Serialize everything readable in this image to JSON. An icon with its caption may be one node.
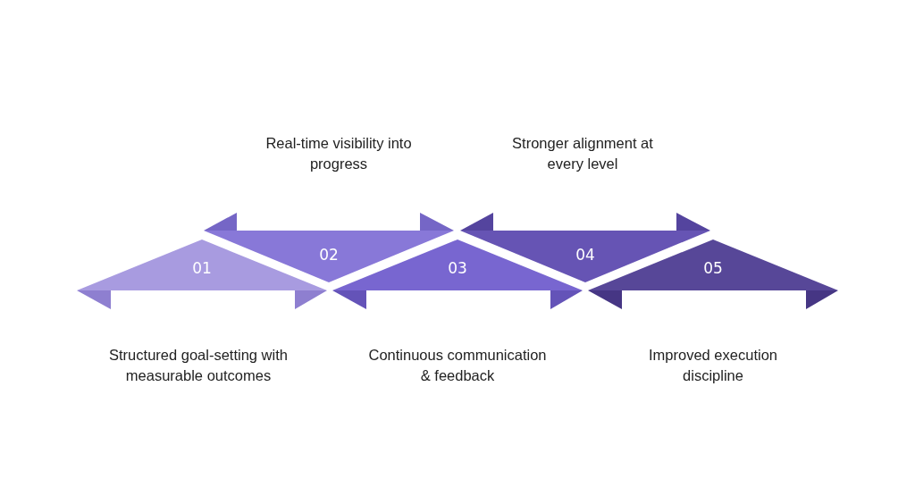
{
  "diagram": {
    "nodes": [
      {
        "text": [
          "01"
        ]
      },
      {
        "text": [
          "02"
        ]
      },
      {
        "text": [
          "03"
        ]
      },
      {
        "text": [
          "04"
        ]
      },
      {
        "text": [
          "05"
        ]
      }
    ],
    "labels": [
      "Real-time visibility into progress",
      "Stronger alignment at every level",
      "Structured goal-setting with measurable outcomes",
      "Continuous communication & feedback",
      "Improved execution discipline"
    ]
  }
}
